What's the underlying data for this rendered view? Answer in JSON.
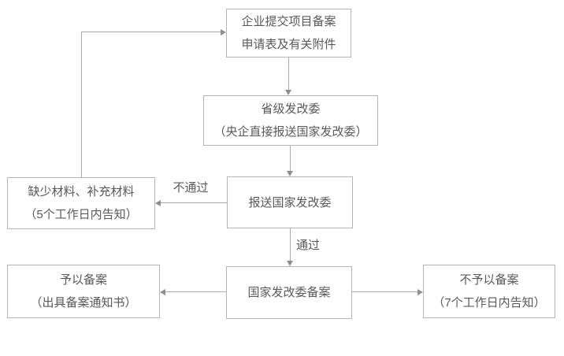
{
  "colors": {
    "box_border": "#b5b5b5",
    "text": "#595959",
    "line": "#a9a9a9",
    "arrowhead": "#8f8f8f",
    "background": "#ffffff"
  },
  "nodes": {
    "submit": {
      "line1": "企业提交项目备案",
      "line2": "申请表及有关附件"
    },
    "provincial": {
      "line1": "省级发改委",
      "line2": "（央企直接报送国家发改委）"
    },
    "report": {
      "line1": "报送国家发改委"
    },
    "missing": {
      "line1": "缺少材料、补充材料",
      "line2": "（5个工作日内告知）"
    },
    "approved": {
      "line1": "予以备案",
      "line2": "（出具备案通知书）"
    },
    "filing": {
      "line1": "国家发改委备案"
    },
    "rejected": {
      "line1": "不予以备案",
      "line2": "（7个工作日内告知）"
    }
  },
  "edges": {
    "fail_label": "不通过",
    "pass_label": "通过"
  }
}
